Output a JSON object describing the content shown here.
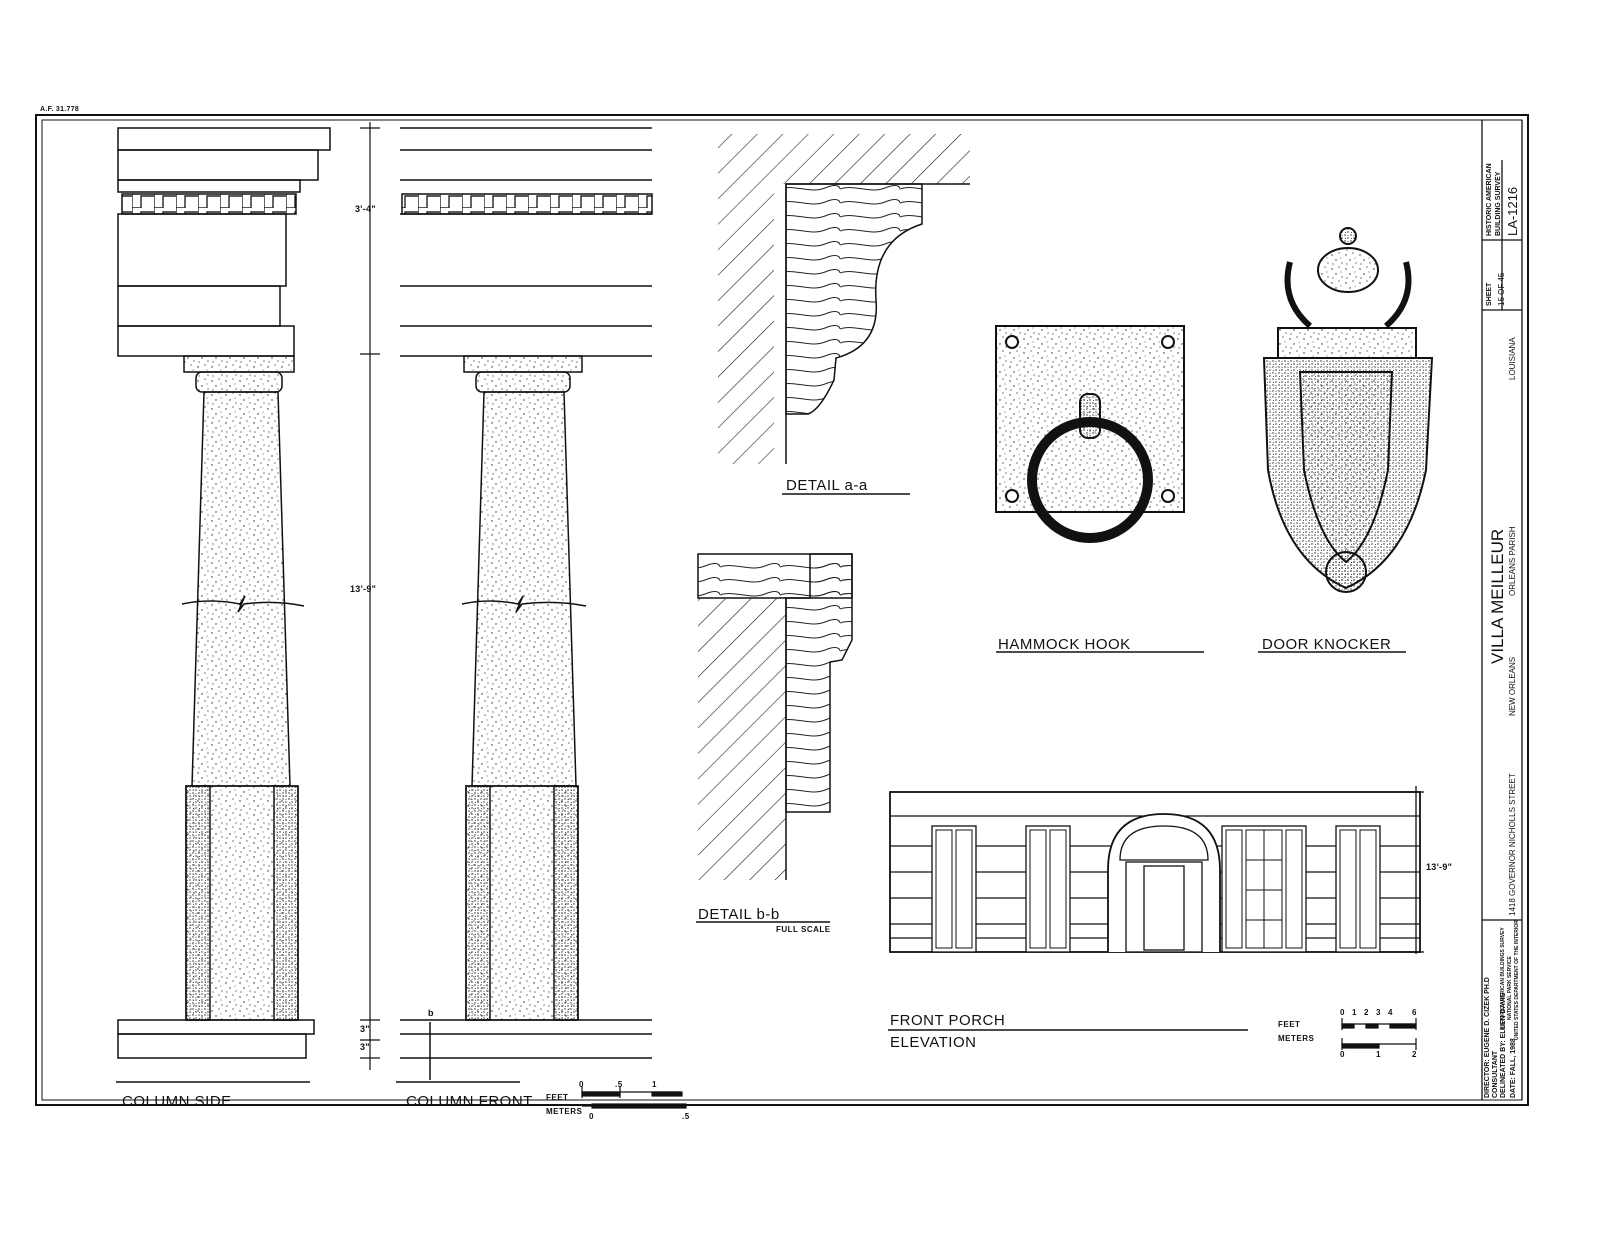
{
  "sheet_ref": "A.F. 31.778",
  "labels": {
    "column_side": "COLUMN SIDE",
    "column_front": "COLUMN FRONT",
    "detail_aa": "DETAIL a-a",
    "detail_bb": "DETAIL b-b",
    "full_scale": "FULL SCALE",
    "hammock_hook": "HAMMOCK HOOK",
    "door_knocker": "DOOR KNOCKER",
    "front_porch": "FRONT PORCH",
    "elevation": "ELEVATION"
  },
  "dimensions": {
    "entablature": "3'-4\"",
    "column_height": "13'-9\"",
    "base_1": "3\"",
    "base_2": "3\"",
    "porch_height": "13'-9\"",
    "section_mark": "b"
  },
  "scales": {
    "column": {
      "feet_label": "FEET",
      "meters_label": "METERS",
      "feet_ticks": [
        "0",
        ".5",
        "1"
      ],
      "meters_ticks": [
        "0",
        ".5"
      ]
    },
    "porch": {
      "feet_label": "FEET",
      "meters_label": "METERS",
      "feet_ticks": [
        "0",
        "1",
        "2",
        "3",
        "4",
        "6"
      ],
      "meters_ticks": [
        "0",
        "1",
        "2"
      ]
    }
  },
  "title_block": {
    "title": "VILLA MEILLEUR",
    "address": "1418 GOVERNOR NICHOLLS STREET",
    "city": "NEW ORLEANS",
    "parish": "ORLEANS PARISH",
    "state": "LOUISIANA",
    "agency_1": "HISTORIC AMERICAN",
    "agency_2": "BUILDING SURVEY",
    "survey_number": "LA-1216",
    "sheet_label": "SHEET",
    "sheet_number": "15 OF 45",
    "director": "DIRECTOR: EUGENE D. CIZEK PH.D",
    "consultant": "CONSULTANT",
    "delineated": "DELINEATED BY: ELLEN DAVIS",
    "date": "DATE: FALL, 1988",
    "hist_1": "HISTORIC AMERICAN BUILDINGS SURVEY",
    "hist_2": "NATIONAL PARK SERVICE",
    "hist_3": "UNITED STATES DEPARTMENT OF THE INTERIOR"
  },
  "colors": {
    "ink": "#111111",
    "paper": "#ffffff"
  }
}
